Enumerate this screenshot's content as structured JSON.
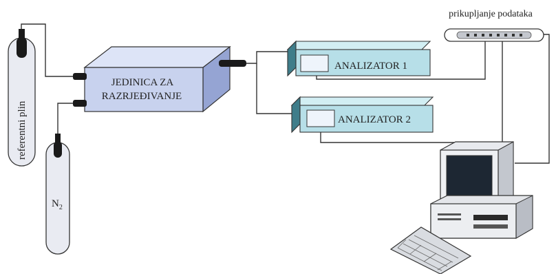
{
  "diagram": {
    "cylinders": {
      "reference": {
        "label": "referentni plin"
      },
      "nitrogen": {
        "label_main": "N",
        "label_sub": "2"
      }
    },
    "dilution_unit": {
      "line1": "JEDINICA ZA",
      "line2": "RAZRJEĐIVANJE"
    },
    "analyzers": [
      {
        "label": "ANALIZATOR 1"
      },
      {
        "label": "ANALIZATOR 2"
      }
    ],
    "data_acquisition": {
      "label": "prikupljanje podataka"
    },
    "computer": {
      "icon": "desktop-computer-icon"
    },
    "colors": {
      "cylinder_fill": "#e9ebf2",
      "box_front": "#c8d2ee",
      "box_top": "#dde4f7",
      "box_side": "#95a4d3",
      "analyzer_front": "#b7dfe8",
      "analyzer_top": "#d2eef3",
      "analyzer_side": "#3f7d8a",
      "connector": "#1a1a1a"
    }
  }
}
